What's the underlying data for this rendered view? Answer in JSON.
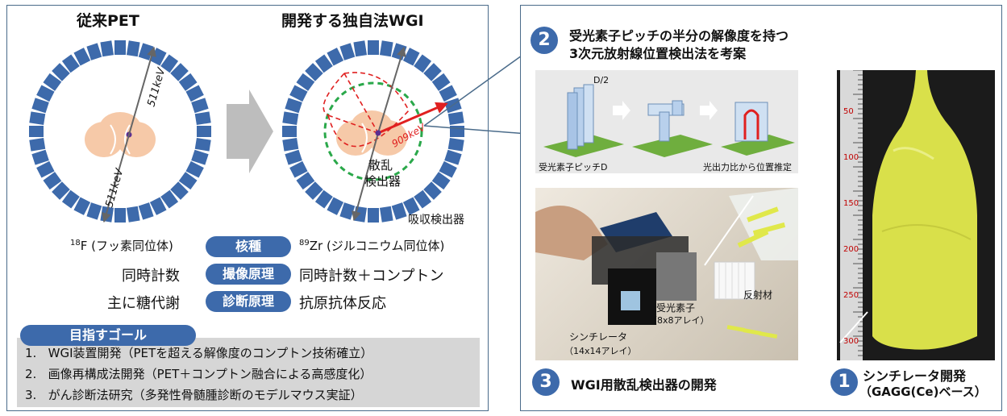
{
  "left": {
    "title_conventional": "従来PET",
    "title_proposed": "開発する独自法WGI",
    "energy_top": "511keV",
    "energy_bottom": "511keV",
    "energy_compton": "909keV",
    "scatter_label_1": "散乱",
    "scatter_label_2": "検出器",
    "absorb_label": "吸収検出器",
    "rows": [
      {
        "left_sup": "18",
        "left": "F (フッ素同位体)",
        "pill": "核種",
        "right_sup": "89",
        "right": "Zr (ジルコニウム同位体)"
      },
      {
        "left": "同時計数",
        "pill": "撮像原理",
        "right": "同時計数＋コンプトン"
      },
      {
        "left": "主に糖代謝",
        "pill": "診断原理",
        "right": "抗原抗体反応"
      }
    ],
    "goal_label": "目指すゴール",
    "goals": [
      {
        "num": "1.",
        "text": "WGI装置開発（PETを超える解像度のコンプトン技術確立）"
      },
      {
        "num": "2.",
        "text": "画像再構成法開発（PET＋コンプトン融合による高感度化）"
      },
      {
        "num": "3.",
        "text": "がん診断法研究（多発性骨髄腫診断のモデルマウス実証）"
      }
    ]
  },
  "right": {
    "step2_num": "2",
    "step2_line1": "受光素子ピッチの半分の解像度を持つ",
    "step2_line2": "3次元放射線位置検出法を考案",
    "d2_label": "D/2",
    "pitch_label": "受光素子ピッチD",
    "estimate_label": "光出力比から位置推定",
    "photo_labels": {
      "receiver": "受光素子",
      "receiver_array": "（8x8アレイ）",
      "reflector": "反射材",
      "scintillator": "シンチレータ",
      "scintillator_array": "（14x14アレイ）"
    },
    "step3_num": "3",
    "step3_text": "WGI用散乱検出器の開発",
    "step1_num": "1",
    "step1_line1": "シンチレータ開発",
    "step1_line2": "（GAGG(Ce)ベース）",
    "ruler_marks": [
      "50",
      "100",
      "150",
      "200",
      "250",
      "300"
    ]
  },
  "colors": {
    "accent": "#3d6aab",
    "detector": "#3d6aab",
    "scatter_ring": "#2aa84a",
    "compton": "#e02020",
    "phantom": "#f6c9a8",
    "crystal": "#e0e84a"
  }
}
